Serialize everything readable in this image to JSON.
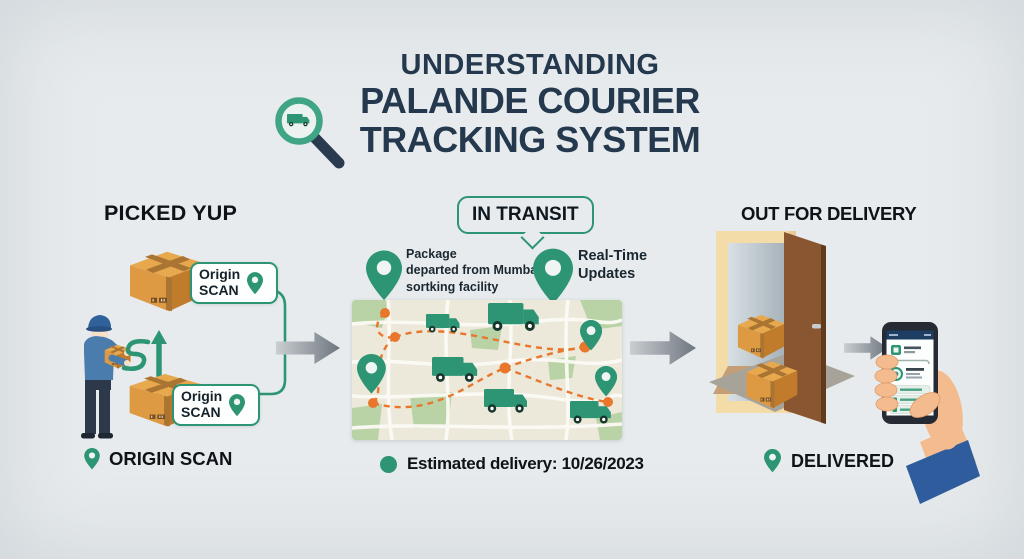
{
  "header": {
    "title_line1": "UNDERSTANDING",
    "title_line2": "PALANDE COURIER",
    "title_line3": "TRACKING SYSTEM",
    "logo_icon": "magnifier-truck-icon"
  },
  "stages": {
    "picked_up": {
      "heading": "PICKED YUP",
      "scan_tag_top_lines": [
        "Origin",
        "SCAN"
      ],
      "scan_tag_bottom_lines": [
        "Origin",
        "SCAN"
      ],
      "status_label": "ORIGIN SCAN",
      "icons": [
        "package-box-icon",
        "delivery-worker-icon",
        "swap-arrows-icon",
        "up-down-arrow-icon",
        "location-pin-icon"
      ]
    },
    "in_transit": {
      "heading": "IN TRANSIT",
      "note_package_lines": [
        "Package",
        "departed from Mumbai",
        "sortking facility"
      ],
      "note_realtime_lines": [
        "Real-Time",
        "Updates"
      ],
      "estimated_delivery": "Estimated delivery: 10/26/2023",
      "map": {
        "truck_count": 5,
        "pin_count": 3,
        "waypoint_count": 6
      },
      "icons": [
        "location-pin-icon",
        "map-illustration",
        "truck-icon",
        "route-waypoint-icon",
        "status-dot-icon"
      ]
    },
    "out_for_delivery": {
      "heading": "OUT FOR DELIVERY",
      "status_label": "DELIVERED",
      "icons": [
        "open-door-illustration",
        "package-box-icon",
        "smartphone-in-hand-illustration",
        "location-pin-icon"
      ]
    }
  },
  "colors": {
    "accent_green": "#2d9474",
    "title_navy": "#24384e",
    "route_orange": "#e8772c",
    "box_orange": "#de9a42",
    "door_brown": "#8a5632",
    "arrow_gray": "#6e767e",
    "background": "#e7ebed"
  }
}
